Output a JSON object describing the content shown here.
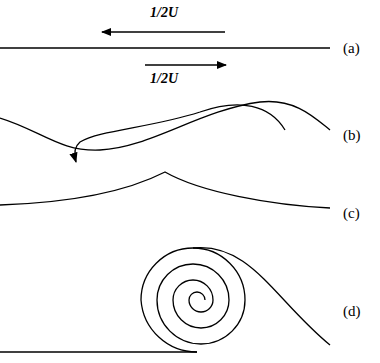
{
  "diagram": {
    "labels": [
      "1/2U",
      "1/2U",
      "(a)",
      "(b)",
      "(c)",
      "(d)"
    ]
  }
}
